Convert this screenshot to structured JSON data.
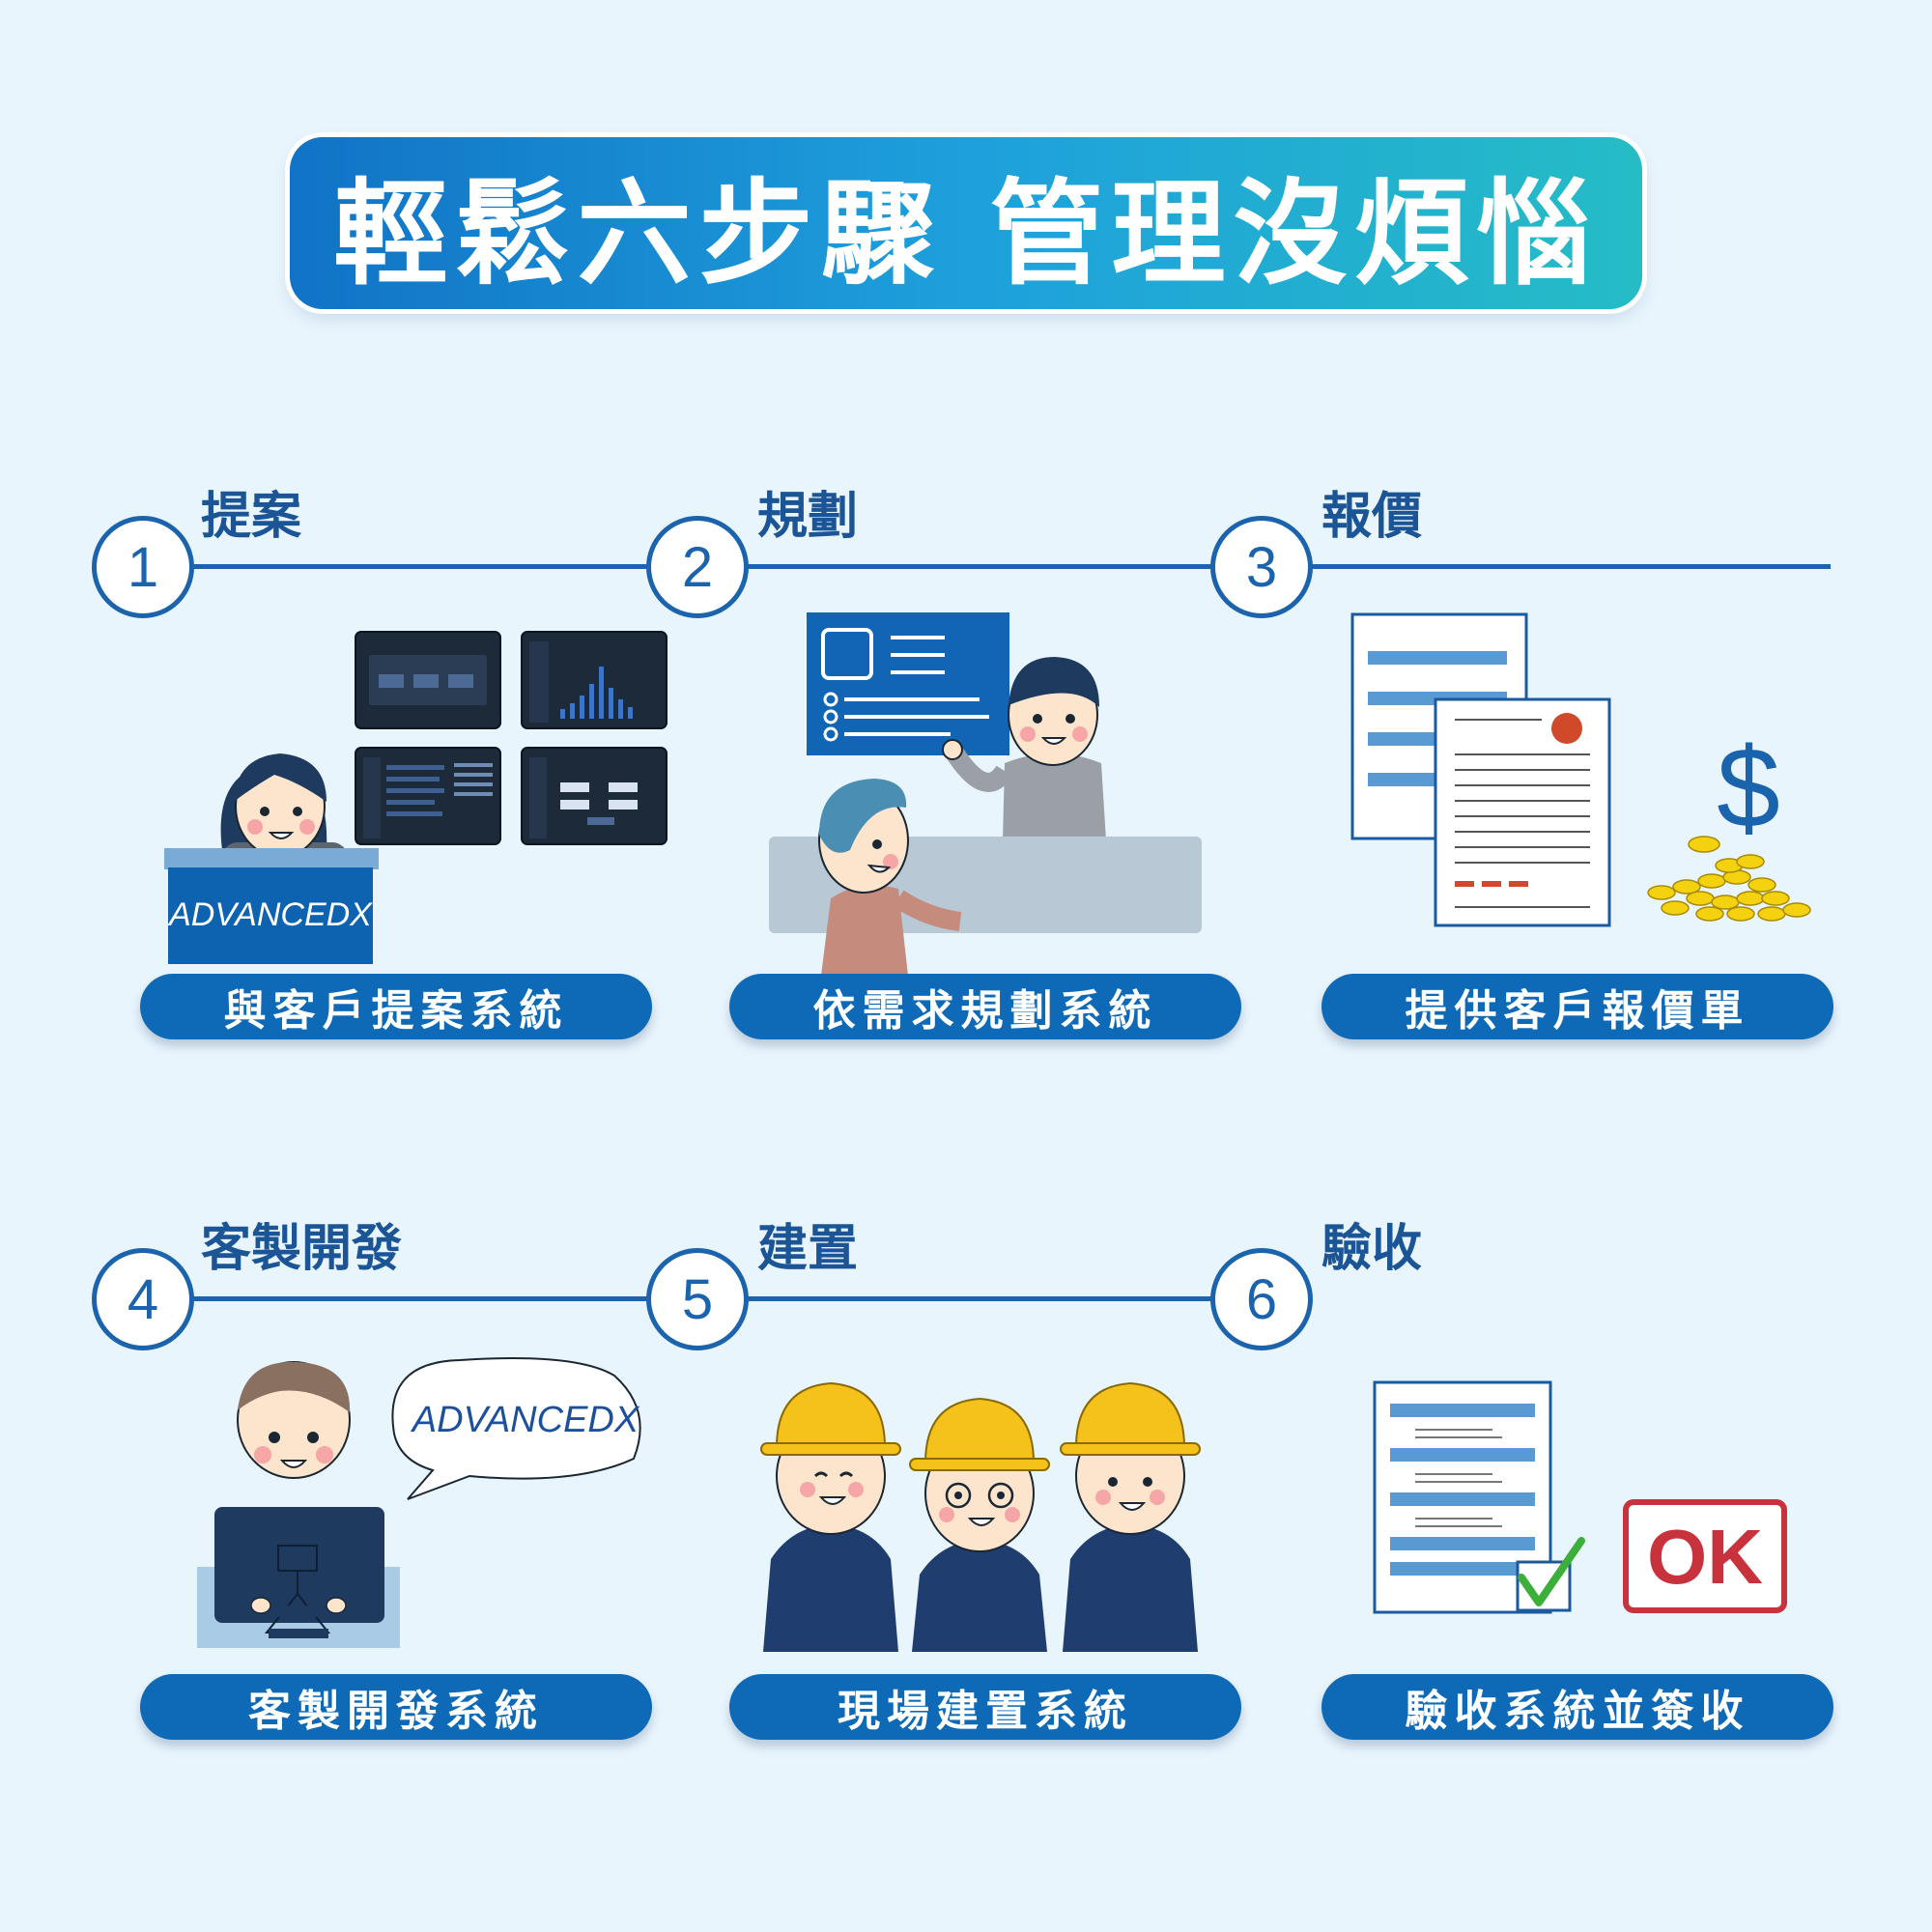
{
  "title": "輕鬆六步驟 管理沒煩惱",
  "logo_text": "ADVANCEDX",
  "steps": [
    {
      "number": "1",
      "title": "提案",
      "caption": "與客戶提案系統"
    },
    {
      "number": "2",
      "title": "規劃",
      "caption": "依需求規劃系統"
    },
    {
      "number": "3",
      "title": "報價",
      "caption": "提供客戶報價單"
    },
    {
      "number": "4",
      "title": "客製開發",
      "caption": "客製開發系統"
    },
    {
      "number": "5",
      "title": "建置",
      "caption": "現場建置系統"
    },
    {
      "number": "6",
      "title": "驗收",
      "caption": "驗收系統並簽收"
    }
  ],
  "quote_symbol": "$",
  "ok_label": "OK",
  "colors": {
    "primary": "#1b64ad",
    "pill": "#0e6ab6",
    "background": "#e9f5fd",
    "helmet": "#f5c21b",
    "ok_red": "#c8323d",
    "check_green": "#3cae3a"
  }
}
